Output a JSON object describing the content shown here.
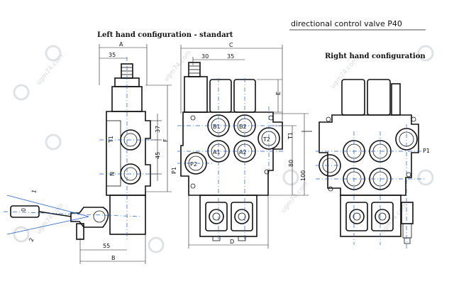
{
  "title": "directional control valve P40",
  "left_heading": "Left hand configuration - standart",
  "right_heading": "Right hand configuration",
  "watermark": "ugm74.com",
  "dims": {
    "A": "A",
    "B": "B",
    "C": "C",
    "D": "D",
    "E": "E",
    "F": "F",
    "d35_left": "35",
    "d37": "37",
    "d45": "45",
    "d55": "55",
    "d30": "30",
    "d35_front": "35",
    "d80": "80",
    "d100": "100"
  },
  "ports": {
    "T1_side": "T1",
    "N_side": "N",
    "B1": "B1",
    "B2": "B2",
    "A1": "A1",
    "A2": "A2",
    "T2": "T2",
    "P2": "P2",
    "P1_front": "P1",
    "T1_front": "T1",
    "P1_right": "P1"
  },
  "lever_positions": {
    "one": "1",
    "zero": "0",
    "two": "2"
  },
  "colors": {
    "line": "#111111",
    "centerline": "#1d5fd0",
    "watermark": "#d5d9dd"
  }
}
